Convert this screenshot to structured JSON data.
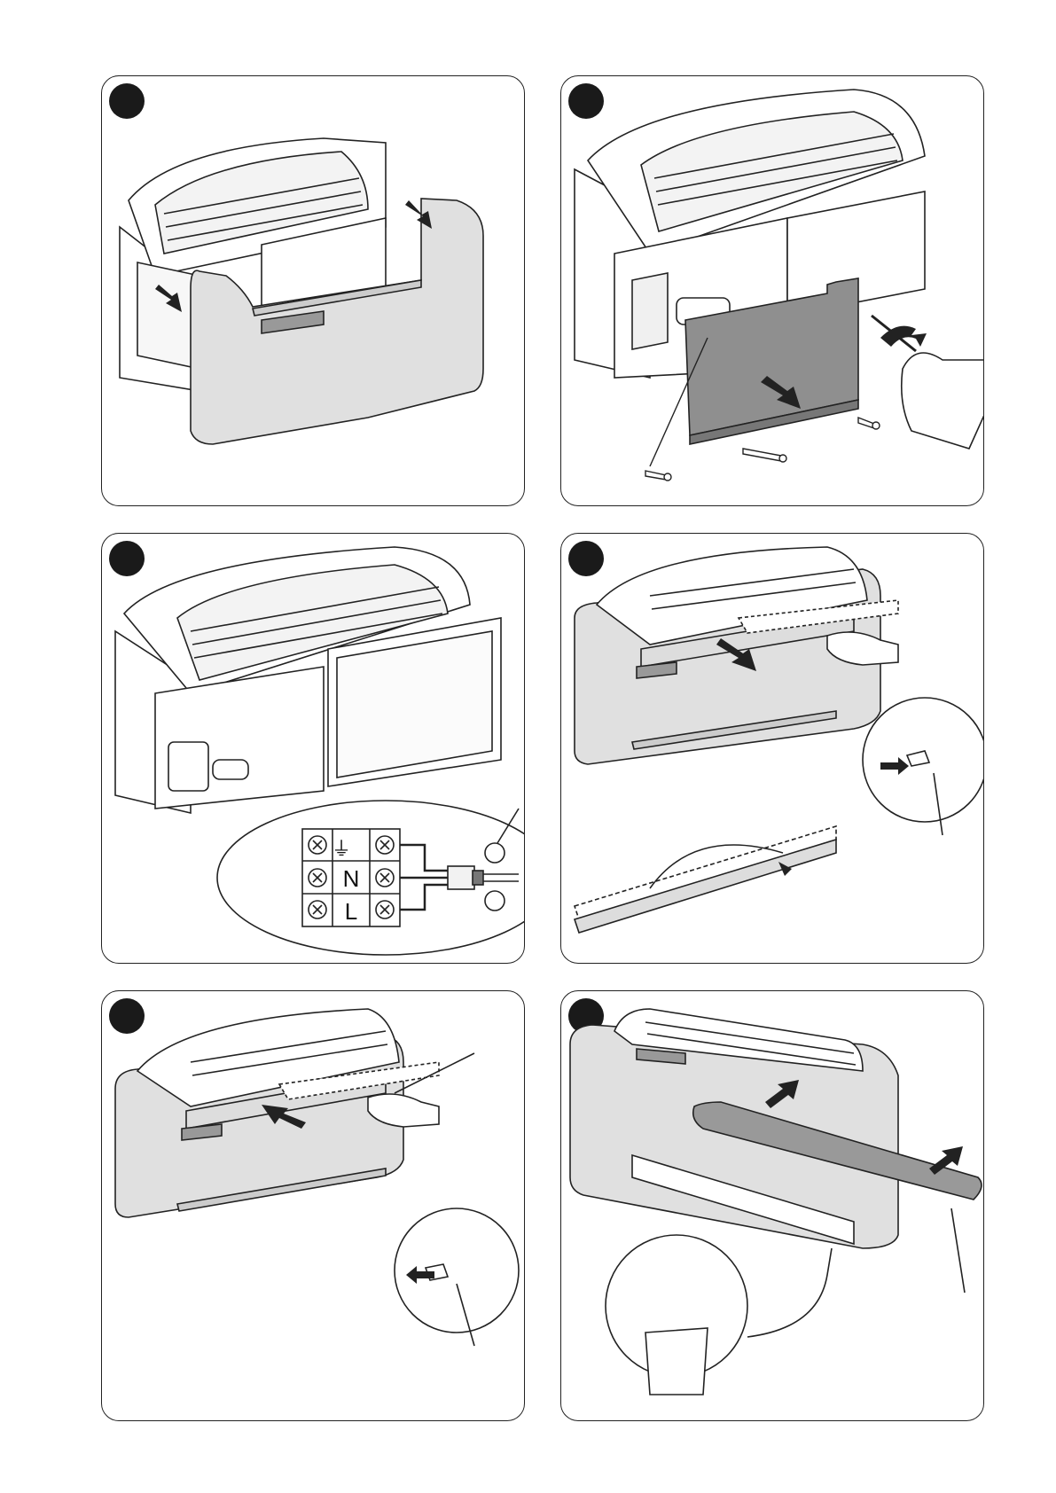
{
  "page": {
    "background": "#ffffff",
    "stroke": "#222222",
    "housing_fill": "#e0e0e0",
    "panel_fill": "#8f8f8f"
  },
  "panels": [
    {
      "id": "step-1",
      "icon": "remove-front-cover-illustration"
    },
    {
      "id": "step-2",
      "icon": "remove-electrical-cover-illustration"
    },
    {
      "id": "step-3",
      "icon": "power-wiring-illustration"
    },
    {
      "id": "step-4",
      "icon": "remove-air-filter-illustration"
    },
    {
      "id": "step-5",
      "icon": "insert-air-filter-illustration"
    },
    {
      "id": "step-6",
      "icon": "drain-condensate-illustration"
    }
  ],
  "terminal_block": {
    "ground_symbol": "⏚",
    "neutral_label": "N",
    "line_label": "L"
  }
}
